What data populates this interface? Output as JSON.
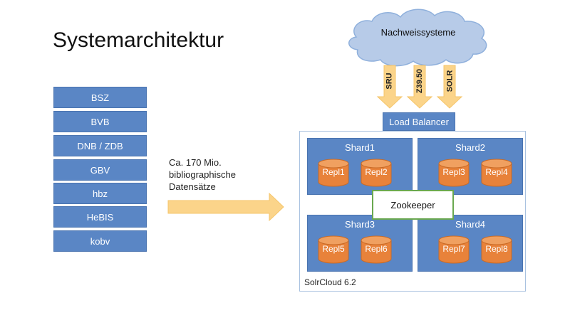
{
  "title": "Systemarchitektur",
  "sources": [
    "BSZ",
    "BVB",
    "DNB / ZDB",
    "GBV",
    "hbz",
    "HeBIS",
    "kobv"
  ],
  "caption_lines": [
    "Ca. 170 Mio.",
    "bibliographische",
    "Datensätze"
  ],
  "cloud_label": "Nachweissysteme",
  "protocols": [
    "SRU",
    "Z39.50",
    "SOLR"
  ],
  "load_balancer": "Load Balancer",
  "shards": [
    {
      "label": "Shard1",
      "replicas": [
        "Repl1",
        "Repl2"
      ]
    },
    {
      "label": "Shard2",
      "replicas": [
        "Repl3",
        "Repl4"
      ]
    },
    {
      "label": "Shard3",
      "replicas": [
        "Repl5",
        "Repl6"
      ]
    },
    {
      "label": "Shard4",
      "replicas": [
        "Repl7",
        "Repl8"
      ]
    }
  ],
  "zookeeper": "Zookeeper",
  "solrcloud_label": "SolrCloud 6.2",
  "colors": {
    "box_blue": "#5a86c5",
    "cylinder_orange": "#e8823a",
    "arrow_yellow": "#fbd48a",
    "cloud_blue": "#b7cbe8",
    "zookeeper_border": "#6aa84f"
  }
}
